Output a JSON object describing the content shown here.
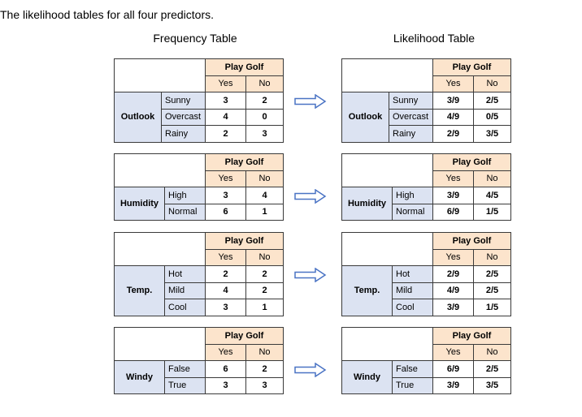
{
  "intro": "The likelihood tables for all four predictors.",
  "frequency_title": "Frequency Table",
  "likelihood_title": "Likelihood Table",
  "header": {
    "play_golf": "Play Golf",
    "yes": "Yes",
    "no": "No"
  },
  "colors": {
    "header_fill": "#fce4cc",
    "predictor_fill": "#dce3f2",
    "border": "#3a3a3a",
    "arrow": "#4a73c4"
  },
  "tables": [
    {
      "predictor": "Outlook",
      "rows": [
        {
          "label": "Sunny",
          "freq_yes": "3",
          "freq_no": "2",
          "like_yes": "3/9",
          "like_no": "2/5"
        },
        {
          "label": "Overcast",
          "freq_yes": "4",
          "freq_no": "0",
          "like_yes": "4/9",
          "like_no": "0/5"
        },
        {
          "label": "Rainy",
          "freq_yes": "2",
          "freq_no": "3",
          "like_yes": "2/9",
          "like_no": "3/5"
        }
      ]
    },
    {
      "predictor": "Humidity",
      "rows": [
        {
          "label": "High",
          "freq_yes": "3",
          "freq_no": "4",
          "like_yes": "3/9",
          "like_no": "4/5"
        },
        {
          "label": "Normal",
          "freq_yes": "6",
          "freq_no": "1",
          "like_yes": "6/9",
          "like_no": "1/5"
        }
      ]
    },
    {
      "predictor": "Temp.",
      "rows": [
        {
          "label": "Hot",
          "freq_yes": "2",
          "freq_no": "2",
          "like_yes": "2/9",
          "like_no": "2/5"
        },
        {
          "label": "Mild",
          "freq_yes": "4",
          "freq_no": "2",
          "like_yes": "4/9",
          "like_no": "2/5"
        },
        {
          "label": "Cool",
          "freq_yes": "3",
          "freq_no": "1",
          "like_yes": "3/9",
          "like_no": "1/5"
        }
      ]
    },
    {
      "predictor": "Windy",
      "rows": [
        {
          "label": "False",
          "freq_yes": "6",
          "freq_no": "2",
          "like_yes": "6/9",
          "like_no": "2/5"
        },
        {
          "label": "True",
          "freq_yes": "3",
          "freq_no": "3",
          "like_yes": "3/9",
          "like_no": "3/5"
        }
      ]
    }
  ]
}
